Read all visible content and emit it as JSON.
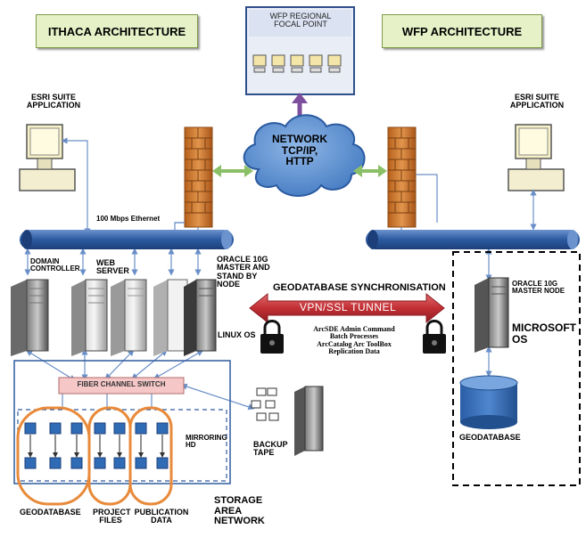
{
  "ithaca_title": "ITHACA ARCHITECTURE",
  "wfp_title": "WFP ARCHITECTURE",
  "focal_point": [
    "WFP REGIONAL",
    "FOCAL POINT"
  ],
  "network": [
    "NETWORK",
    "TCP/IP,",
    "HTTP"
  ],
  "esri_left": [
    "ESRI SUITE",
    "APPLICATION"
  ],
  "esri_right": [
    "ESRI SUITE",
    "APPLICATION"
  ],
  "ethernet": "100 Mbps Ethernet",
  "domain_controller": [
    "DOMAIN",
    "CONTROLLER"
  ],
  "web_server": [
    "WEB",
    "SERVER"
  ],
  "oracle_left": [
    "ORACLE 10G",
    "MASTER AND",
    "STAND BY",
    "NODE"
  ],
  "linux_os": "LINUX OS",
  "geodb_sync": "GEODATABASE SYNCHRONISATION",
  "vpn": "VPN/SSL TUNNEL",
  "tunnel_notes": [
    "ArcSDE Admin Command",
    "Batch Processes",
    "ArcCatalog Arc ToolBox",
    "Replication Data"
  ],
  "oracle_right": [
    "ORACLE 10G",
    "MASTER NODE"
  ],
  "microsoft_os": [
    "MICROSOFT",
    "OS"
  ],
  "geodatabase_right": "GEODATABASE",
  "fiber_switch": "FIBER CHANNEL SWITCH",
  "mirroring": [
    "MIRRORING",
    "HD"
  ],
  "backup": [
    "BACKUP",
    "TAPE"
  ],
  "san_groups": [
    {
      "label": [
        "GEODATABASE"
      ]
    },
    {
      "label": [
        "PROJECT",
        "FILES"
      ]
    },
    {
      "label": [
        "PUBLICATION",
        "DATA"
      ]
    }
  ],
  "san": [
    "STORAGE",
    "AREA",
    "NETWORK"
  ],
  "colors": {
    "bus": "#2f5a9e",
    "cloud": "#5b8fd0",
    "firewall": "#cf7a2e",
    "vpn": "#c8373b",
    "lock": "#111111",
    "db": "#2f6cb5",
    "switch": "#f5c7c7",
    "arrow_green": "#8cc068",
    "arrow_purple": "#7d4f9e",
    "san_oval": "#e88a3a"
  }
}
